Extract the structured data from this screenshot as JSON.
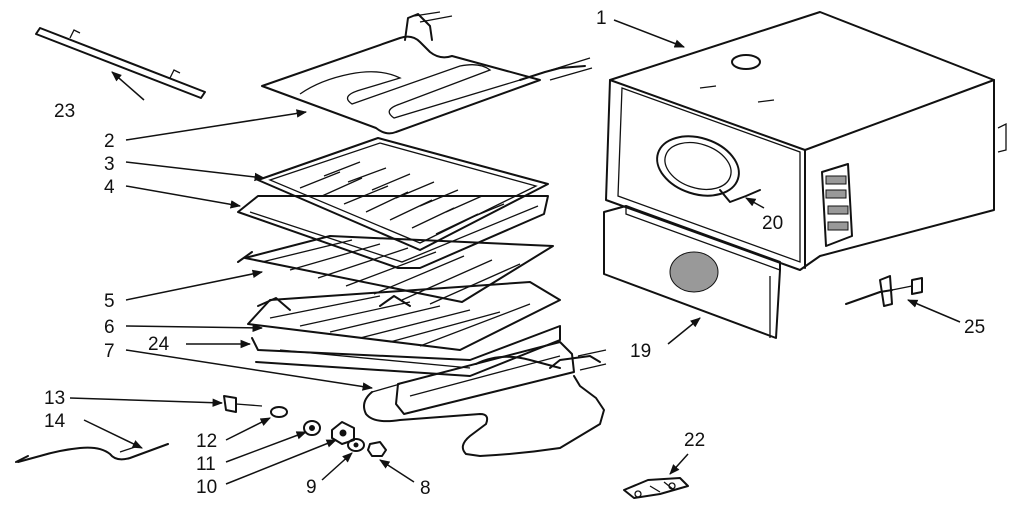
{
  "labels": {
    "l1": "1",
    "l2": "2",
    "l3": "3",
    "l4": "4",
    "l5": "5",
    "l6": "6",
    "l7": "7",
    "l8": "8",
    "l9": "9",
    "l10": "10",
    "l11": "11",
    "l12": "12",
    "l13": "13",
    "l14": "14",
    "l19": "19",
    "l20": "20",
    "l22": "22",
    "l23": "23",
    "l24": "24",
    "l25": "25"
  }
}
